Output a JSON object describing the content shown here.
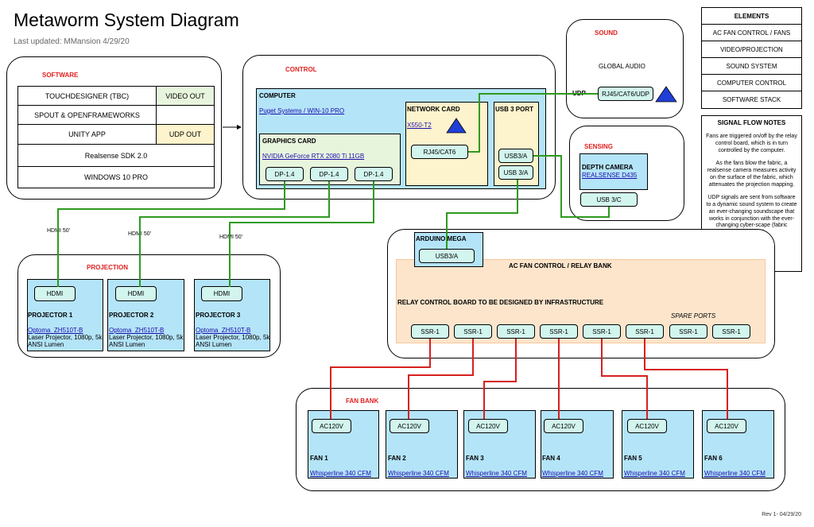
{
  "header": {
    "title": "Metaworm System Diagram",
    "updated": "Last updated: MMansion 4/29/20",
    "revision": "Rev 1- 04/29/20"
  },
  "software": {
    "label": "SOFTWARE",
    "rows": [
      "TOUCHDESIGNER (TBC)",
      "SPOUT & OPENFRAMEWORKS",
      "UNITY APP",
      "Realsense SDK 2.0",
      "WINDOWS 10 PRO"
    ],
    "video_out": "VIDEO OUT",
    "udp_out": "UDP OUT"
  },
  "control": {
    "label": "CONTROL",
    "computer": "COMPUTER",
    "computer_link": "Puget Systems / WIN-10 PRO",
    "graphics_card": "GRAPHICS CARD",
    "graphics_link": "NVIDIA GeForce RTX 2080 Ti 11GB",
    "dp_ports": [
      "DP-1.4",
      "DP-1.4",
      "DP-1.4"
    ],
    "network_card": "NETWORK CARD",
    "network_link": "X550-T2",
    "network_port": "RJ45/CAT6",
    "usb_label": "USB 3 PORT",
    "usb_ports": [
      "USB3/A",
      "USB 3/A"
    ]
  },
  "sound": {
    "label": "SOUND",
    "global": "GLOBAL AUDIO",
    "port": "RJ45/CAT6/UDP",
    "udp": "UDP"
  },
  "sensing": {
    "label": "SENSING",
    "depth": "DEPTH CAMERA",
    "link": "REALSENSE D435",
    "port": "USB 3/C"
  },
  "elements": {
    "header": "ELEMENTS",
    "items": [
      "AC FAN CONTROL / FANS",
      "VIDEO/PROJECTION",
      "SOUND SYSTEM",
      "COMPUTER CONTROL",
      "SOFTWARE STACK"
    ]
  },
  "notes": {
    "title": "SIGNAL FLOW NOTES",
    "p1": "Fans are triggered on/off by the relay control board, which is in turn controlled by the computer.",
    "p2": "As the fans blow the fabric, a realsense camera measures activity on the surface of the fabric, which attenuates the projection mapping.",
    "p3": "UDP signals are sent from software to a dynamic sound system to create an ever-changing soundscape that works in conjunction with the ever-changing cyber-scape (fabric projection)"
  },
  "projection": {
    "label": "PROJECTION",
    "hdmi_cable": "HDMI 50'",
    "projectors": [
      {
        "port": "HDMI",
        "name": "PROJECTOR 1",
        "link": "Optoma_ZH510T-B",
        "desc": "Laser Projector, 1080p, 5k ANSI Lumen"
      },
      {
        "port": "HDMI",
        "name": "PROJECTOR 2",
        "link": "Optoma_ZH510T-B",
        "desc": "Laser Projector, 1080p, 5k ANSI Lumen"
      },
      {
        "port": "HDMI",
        "name": "PROJECTOR 3",
        "link": "Optoma_ZH510T-B",
        "desc": "Laser Projector, 1080p, 5k ANSI Lumen"
      }
    ]
  },
  "arduino": {
    "label": "ARDUINO MEGA",
    "port": "USB3/A"
  },
  "relay": {
    "title": "AC FAN CONTROL / RELAY BANK",
    "subtitle": "RELAY CONTROL BOARD TO BE DESIGNED BY INFRASTRUCTURE",
    "spare": "SPARE PORTS",
    "ssr": [
      "SSR-1",
      "SSR-1",
      "SSR-1",
      "SSR-1",
      "SSR-1",
      "SSR-1",
      "SSR-1",
      "SSR-1"
    ]
  },
  "fanbank": {
    "label": "FAN BANK",
    "fans": [
      {
        "port": "AC120V",
        "name": "FAN 1",
        "link": "Whisperline 340 CFM"
      },
      {
        "port": "AC120V",
        "name": "FAN 2",
        "link": "Whisperline 340 CFM"
      },
      {
        "port": "AC120V",
        "name": "FAN 3",
        "link": "Whisperline 340 CFM"
      },
      {
        "port": "AC120V",
        "name": "FAN 4",
        "link": "Whisperline 340 CFM"
      },
      {
        "port": "AC120V",
        "name": "FAN 5",
        "link": "Whisperline 340 CFM"
      },
      {
        "port": "AC120V",
        "name": "FAN 6",
        "link": "Whisperline 340 CFM"
      }
    ]
  },
  "colors": {
    "accent_red": "#e02020",
    "blue_fill": "#b4e4f8",
    "cream_fill": "#fdf3cc",
    "green_wire": "#2e9a1f",
    "red_wire": "#d62020"
  }
}
